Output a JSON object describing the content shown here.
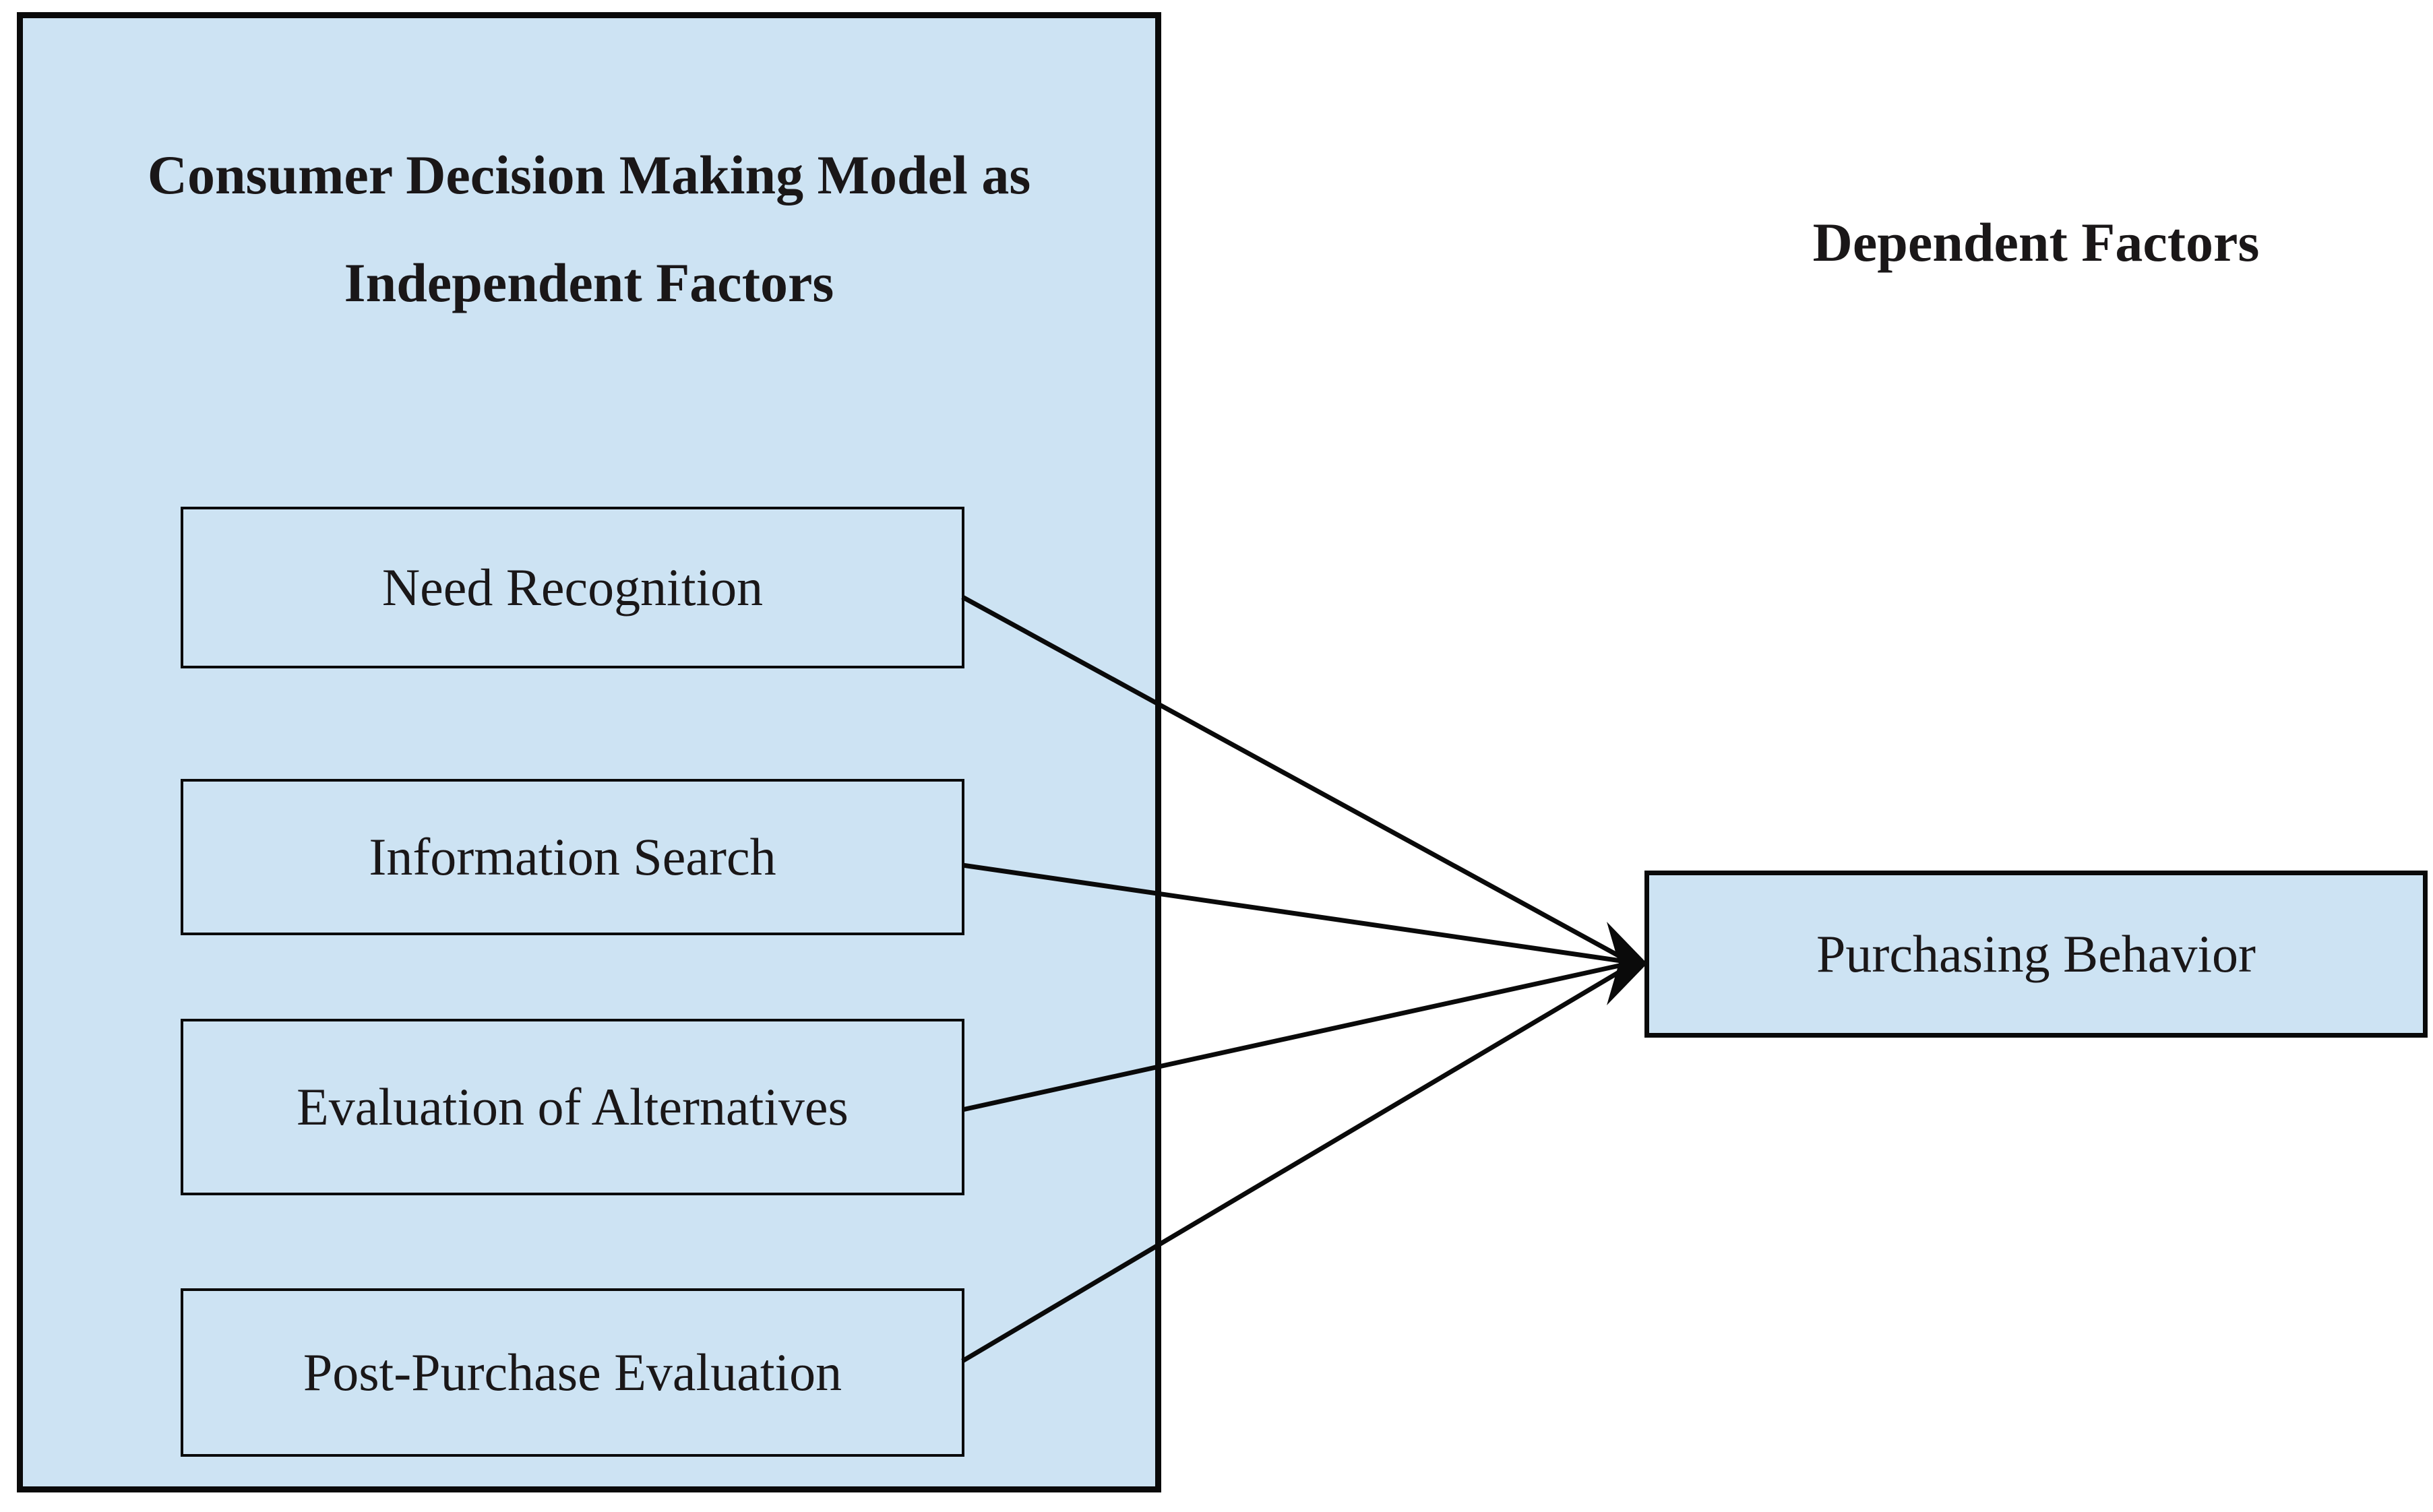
{
  "independent_panel": {
    "title_line1": "Consumer Decision Making Model as",
    "title_line2": "Independent Factors",
    "items": [
      "Need Recognition",
      "Information Search",
      "Evaluation of Alternatives",
      "Post-Purchase Evaluation"
    ]
  },
  "dependent": {
    "title": "Dependent Factors",
    "box_label": "Purchasing Behavior"
  },
  "colors": {
    "box_fill": "#CDE3F3",
    "stroke": "#0a0a0a"
  }
}
